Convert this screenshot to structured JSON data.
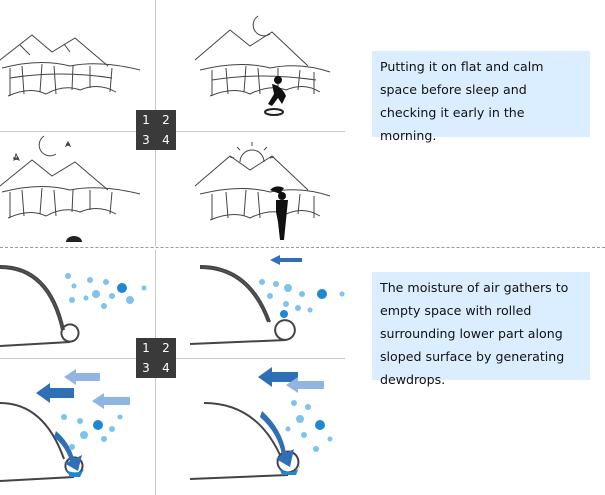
{
  "step_labels": [
    "1",
    "2",
    "3",
    "4"
  ],
  "section_top": {
    "caption": "Putting it on flat and calm space before sleep and checking it early in the morning."
  },
  "section_bottom": {
    "caption": "The moisture of air gathers to empty space with rolled surrounding lower part along sloped surface by generating dewdrops."
  },
  "colors": {
    "caption_bg": "#dbeeff",
    "badge_bg": "#3a3a3a",
    "drop_light": "#7cc3ee",
    "drop_dark": "#1f88d2",
    "arrow_dark": "#2f6fb8",
    "arrow_light": "#8fb5e0"
  },
  "icons": [
    "mountain-icon",
    "tent-icon",
    "moon-icon",
    "star-icon",
    "sun-icon",
    "person-icon",
    "device-icon",
    "water-drop-icon",
    "arrow-left-icon",
    "curved-arrow-down-icon"
  ]
}
